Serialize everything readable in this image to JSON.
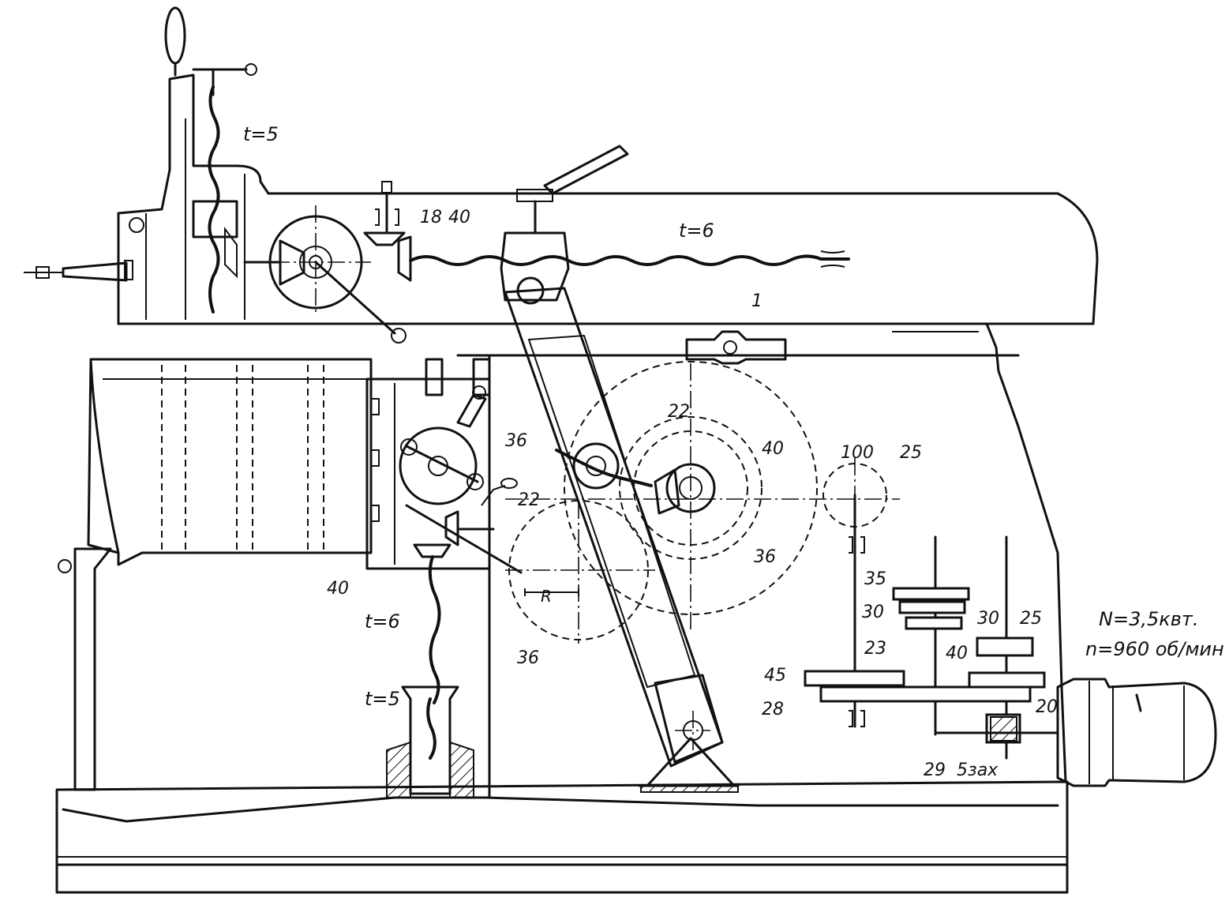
{
  "diagram": {
    "screw_labels": {
      "t_top_vertical": "t=5",
      "t_main_horizontal": "t=6",
      "t_mid_vertical": "t=6",
      "t_lower_vertical": "t=5"
    },
    "gear_labels": {
      "label_1": "1",
      "label_18": "18",
      "label_40_top": "40",
      "label_36_mid": "36",
      "label_22_mid": "22",
      "label_40_left": "40",
      "label_22_upper": "22",
      "label_40_upper": "40",
      "label_100": "100",
      "label_25_right": "25",
      "label_36_center": "36",
      "label_36_lower": "36",
      "label_R": "R",
      "label_35": "35",
      "label_30_a": "30",
      "label_23": "23",
      "label_30_b": "30",
      "label_25_b": "25",
      "label_40_gearbox": "40",
      "label_45": "45",
      "label_28": "28",
      "label_20": "20",
      "label_29": "29",
      "label_worm": "5зах"
    },
    "motor": {
      "power": "N=3,5квт.",
      "speed": "n=960 об/мин"
    },
    "icons": [
      "handwheel-icon",
      "gear-icon",
      "motor-icon",
      "crank-icon"
    ]
  }
}
